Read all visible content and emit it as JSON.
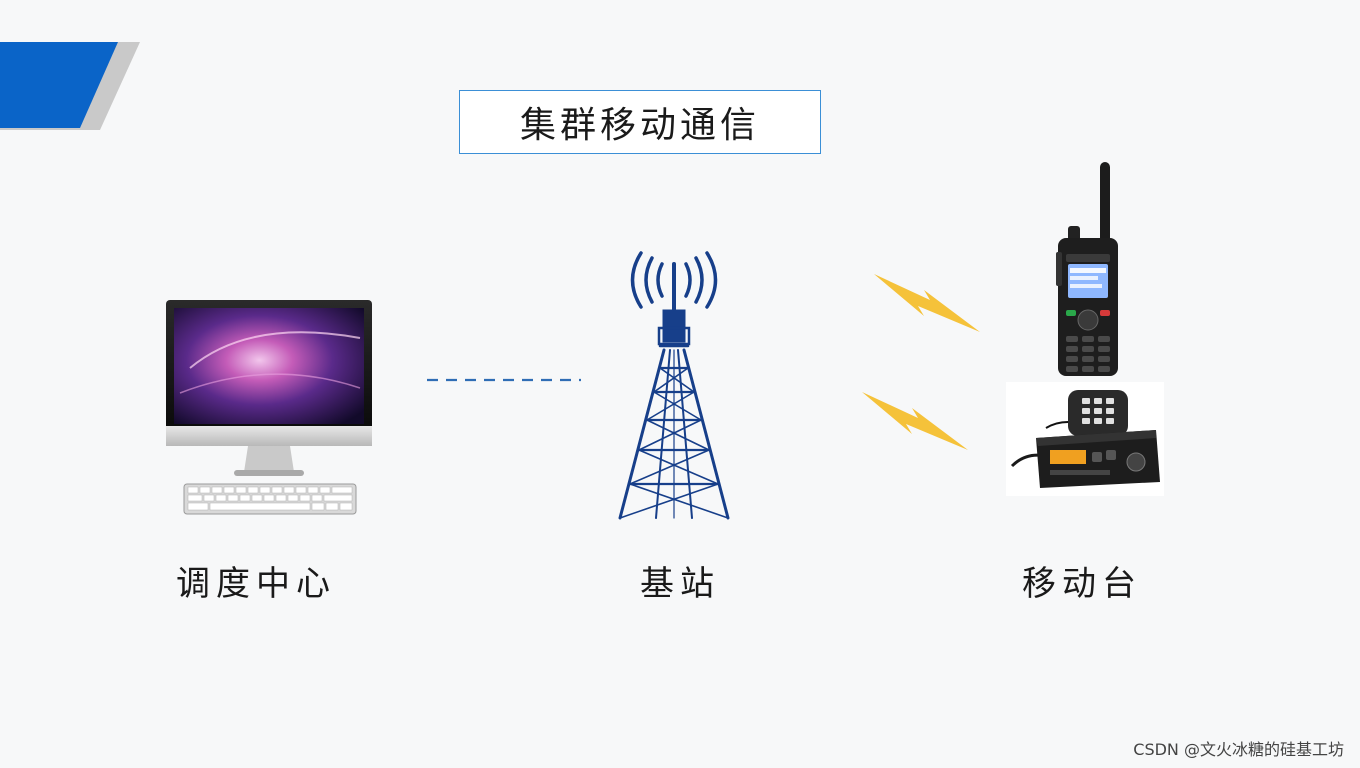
{
  "title": "集群移动通信",
  "nodes": {
    "dispatch_center": {
      "label": "调度中心",
      "icon": "computer-icon"
    },
    "base_station": {
      "label": "基站",
      "icon": "radio-tower-icon"
    },
    "mobile_station": {
      "label": "移动台",
      "icons": [
        "handheld-radio-icon",
        "vehicle-radio-icon"
      ]
    }
  },
  "links": [
    {
      "from": "dispatch_center",
      "to": "base_station",
      "style": "dashed"
    },
    {
      "from": "base_station",
      "to": "mobile_station",
      "style": "wireless"
    }
  ],
  "watermark": "CSDN @文火冰糖的硅基工坊",
  "colors": {
    "accent_blue": "#0a64c8",
    "accent_gray": "#c8c8c8",
    "tower_blue": "#173f8a",
    "lightning": "#f5c23a",
    "title_border": "#3b8fd6",
    "link_dash": "#2f6db5"
  }
}
